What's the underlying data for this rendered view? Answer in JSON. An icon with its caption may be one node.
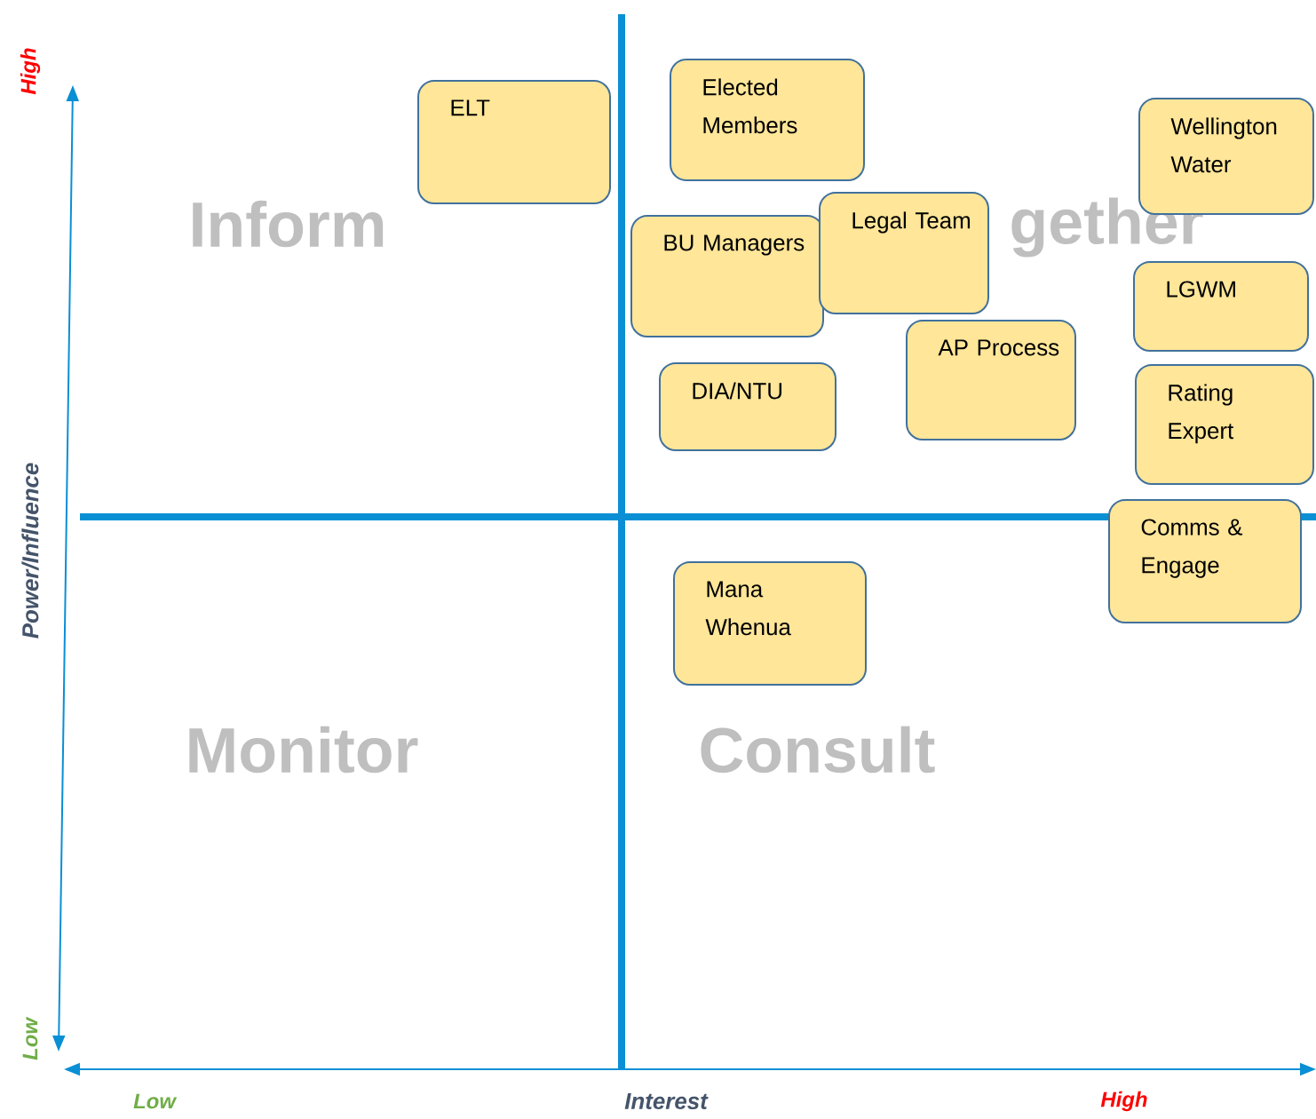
{
  "diagram": {
    "nodes": [
      {
        "text": [
          "ELT"
        ]
      },
      {
        "text": [
          "Elected Members"
        ]
      },
      {
        "text": [
          "Wellington Water"
        ]
      },
      {
        "text": [
          "BU Managers"
        ]
      },
      {
        "text": [
          "Legal Team"
        ]
      },
      {
        "text": [
          "LGWM"
        ]
      },
      {
        "text": [
          "DIA/NTU"
        ]
      },
      {
        "text": [
          "AP Process"
        ]
      },
      {
        "text": [
          "Rating Expert"
        ]
      },
      {
        "text": [
          "Comms & Engage"
        ]
      },
      {
        "text": [
          "Mana Whenua"
        ]
      }
    ],
    "labels": [
      "High",
      "Power/Influence",
      "Low",
      "Inform",
      "gether",
      "Monitor",
      "Consult",
      "Low",
      "Interest",
      "High"
    ]
  }
}
